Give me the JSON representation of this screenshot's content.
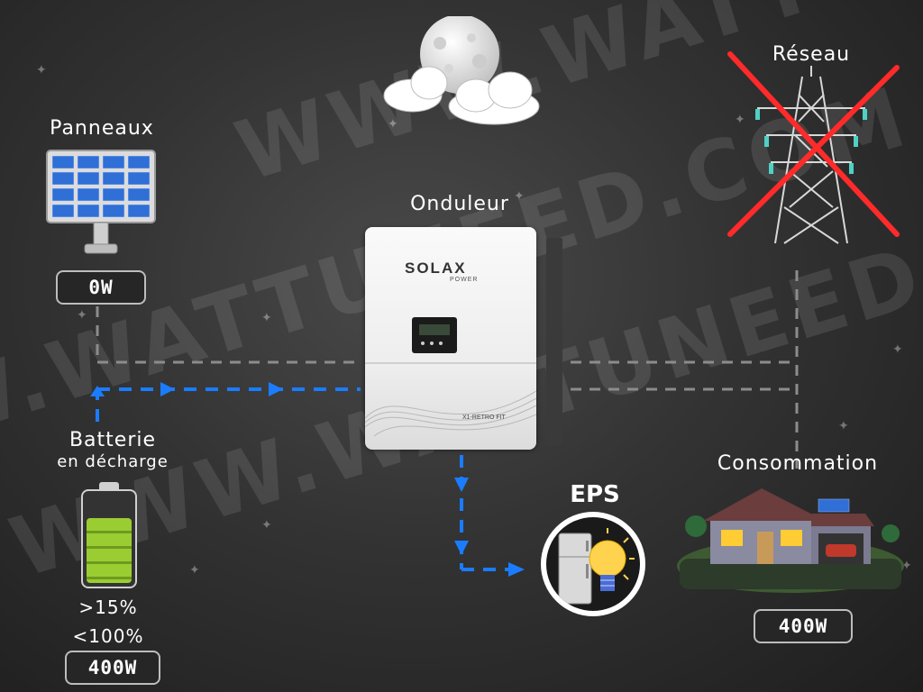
{
  "watermark": "WWW.WATTUNEED.COM",
  "nodes": {
    "panels": {
      "label": "Panneaux",
      "value": "0W"
    },
    "grid": {
      "label": "Réseau"
    },
    "inverter": {
      "label": "Onduleur",
      "brand": "SOLAX",
      "sub_brand": "POWER",
      "model": "X1-RETRO FIT"
    },
    "battery": {
      "label": "Batterie",
      "sublabel": "en décharge",
      "range_min": ">15%",
      "range_max": "<100%",
      "value": "400W",
      "charge_level": 0.75
    },
    "eps": {
      "label": "EPS"
    },
    "consumption": {
      "label": "Consommation",
      "value": "400W"
    }
  },
  "colors": {
    "active_flow": "#1a7cff",
    "inactive_flow": "#8c8c8c",
    "cross": "#ff2a2a",
    "battery_fill": "#9acd32",
    "solar_cell": "#2f6fd6"
  },
  "icons": [
    "moon-icon",
    "cloud-icon",
    "solar-panel-icon",
    "pylon-icon",
    "inverter-icon",
    "battery-icon",
    "fridge-icon",
    "bulb-icon",
    "house-icon"
  ]
}
